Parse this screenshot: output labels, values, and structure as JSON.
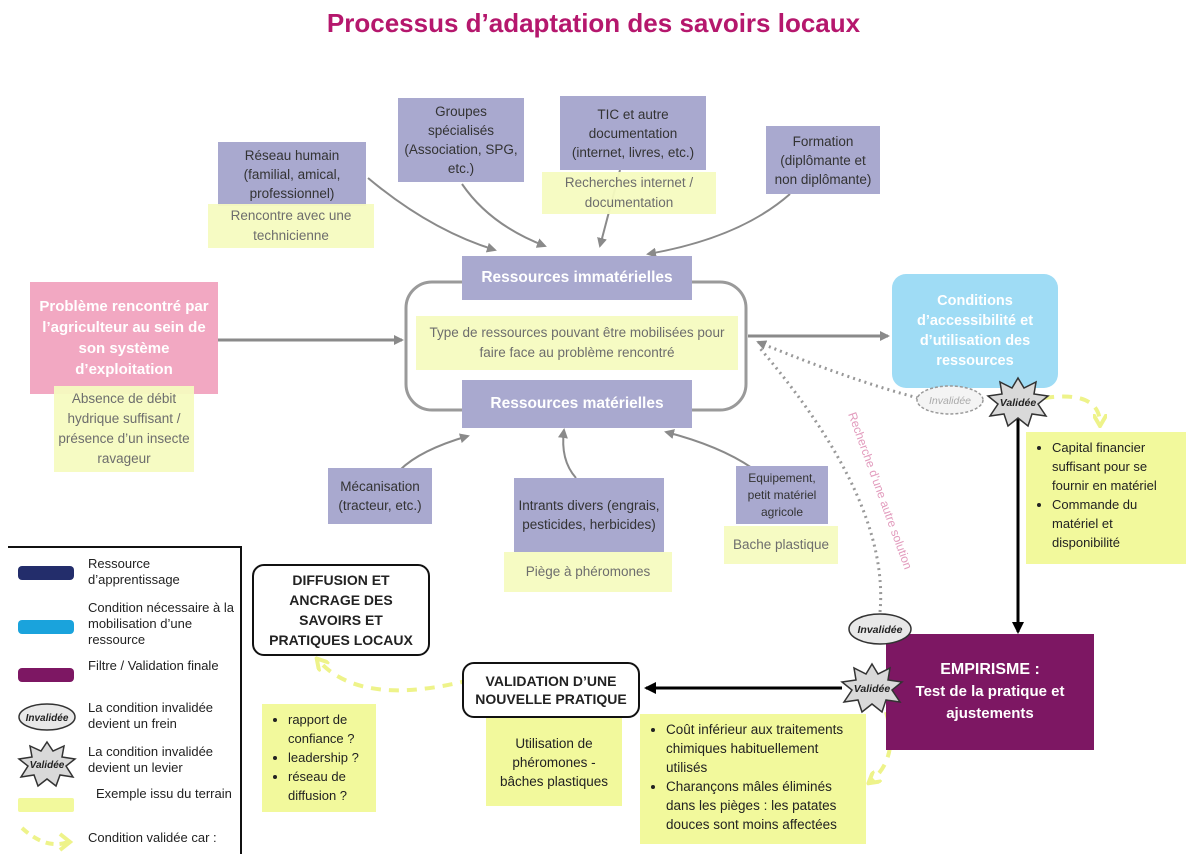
{
  "title": "Processus d’adaptation des savoirs locaux",
  "colors": {
    "title": "#b5176d",
    "resource": "#a9a9cf",
    "condition": "#9fdcf5",
    "empirisme": "#7d1763",
    "problem": "#f2a8c2",
    "example": "#f6fbc0",
    "legend_dark": "#232d6b",
    "legend_cyan": "#1aa3dc",
    "legend_purple": "#7d1763"
  },
  "problem": {
    "label": "Problème rencontré par l’agriculteur au sein de son système d’exploitation",
    "example": "Absence de débit hydrique suffisant / présence d’un insecte ravageur"
  },
  "immaterial": {
    "header": "Ressources immatérielles",
    "items": [
      {
        "label": "Réseau humain (familial, amical, professionnel)",
        "example": "Rencontre avec une technicienne"
      },
      {
        "label": "Groupes spécialisés (Association, SPG, etc.)"
      },
      {
        "label": "TIC et autre documentation (internet, livres, etc.)",
        "example": "Recherches internet / documentation"
      },
      {
        "label": "Formation (diplômante et non diplômante)"
      }
    ]
  },
  "center_text": "Type de ressources pouvant être mobilisées pour faire face au problème rencontré",
  "material": {
    "header": "Ressources matérielles",
    "items": [
      {
        "label": "Mécanisation (tracteur, etc.)"
      },
      {
        "label": "Intrants divers (engrais, pesticides, herbicides)",
        "example": "Piège à phéromones"
      },
      {
        "label": "Equipement, petit matériel agricole",
        "example": "Bache plastique"
      }
    ]
  },
  "conditions": {
    "label": "Conditions d’accessibilité et d’utilisation des ressources",
    "invalid_badge": "Invalidée",
    "valid_badge": "Validée",
    "valid_items": [
      "Capital financier suffisant pour se fournir en matériel",
      "Commande du matériel et disponibilité"
    ]
  },
  "search_other": "Recherche d’une autre solution",
  "empirisme": {
    "title": "EMPIRISME :",
    "subtitle": "Test de la pratique et ajustements",
    "invalid_badge": "Invalidée",
    "valid_badge": "Validée",
    "valid_items": [
      "Coût inférieur aux traitements chimiques habituellement utilisés",
      "Charançons mâles éliminés dans les pièges : les patates douces sont moins affectées"
    ]
  },
  "validation": {
    "label": "VALIDATION D’UNE NOUVELLE PRATIQUE",
    "example": "Utilisation de phéromones - bâches  plastiques"
  },
  "diffusion": {
    "label": "DIFFUSION ET ANCRAGE DES SAVOIRS ET PRATIQUES LOCAUX",
    "items": [
      "rapport de confiance ?",
      "leadership ?",
      "réseau de diffusion ?"
    ]
  },
  "legend": [
    {
      "label": "Ressource d’apprentissage"
    },
    {
      "label": "Condition nécessaire à la mobilisation d’une ressource"
    },
    {
      "label": "Filtre / Validation finale"
    },
    {
      "label": "La condition invalidée devient un frein",
      "badge": "Invalidée"
    },
    {
      "label": "La condition invalidée devient un levier",
      "badge": "Validée"
    },
    {
      "label": "Exemple issu du terrain"
    },
    {
      "label": "Condition validée car :"
    }
  ]
}
